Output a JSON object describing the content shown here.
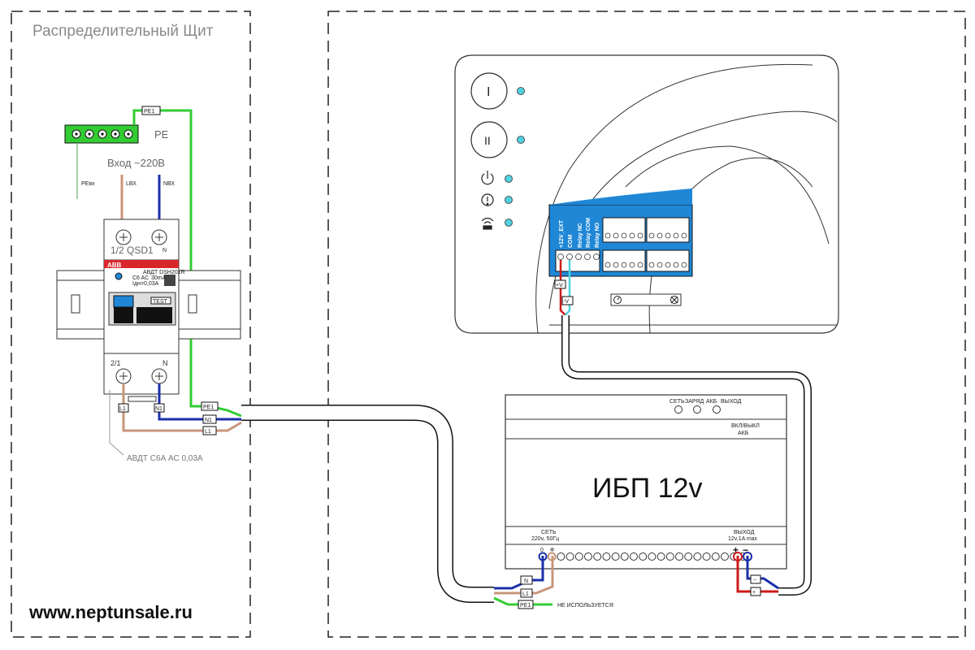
{
  "cabinet": {
    "title": "Распределительный Щит",
    "pe_bus_label": "PE",
    "input_label": "Вход ~220В",
    "wire_pe_in": "PEвх",
    "wire_l_in": "LВХ",
    "wire_n_in": "NВХ",
    "pe_top_tag": "PE1"
  },
  "breaker": {
    "top_label": "1/2 QSD1",
    "top_n": "N",
    "brand": "ABB",
    "model": "АВДТ DSH201R",
    "rating": "C6 AC",
    "rating_badge": "30mA",
    "leak": "Iдн=0,03А",
    "test_label": "TEST",
    "bottom_label": "2/1",
    "bottom_n": "N",
    "caption": "АВДТ С6А АС 0,03А",
    "out_l": "L1",
    "out_n": "N1"
  },
  "cabinet_terminals": {
    "pe": "PE1",
    "n": "N1",
    "l": "L1"
  },
  "controller": {
    "btn1": "I",
    "btn2": "II",
    "terminal_labels": [
      "+12V_EXT",
      "COM",
      "Relay NC",
      "Relay COM",
      "Relay NO"
    ],
    "tag_plus": "+V",
    "tag_minus": "-V"
  },
  "ups": {
    "title": "ИБП 12v",
    "ind_net": "СЕТЬ",
    "ind_charge": "ЗАРЯД",
    "ind_batt": "АКБ",
    "ind_out": "ВЫХОД",
    "switch_label_1": "ВКЛ/ВЫКЛ",
    "switch_label_2": "АКБ",
    "net_label_1": "СЕТЬ",
    "net_label_2": "220v, 50Гц",
    "out_label_1": "ВЫХОД",
    "out_label_2": "12v,1A  max",
    "term_zero": "0",
    "term_phase": "Ф",
    "plus": "+",
    "minus": "−"
  },
  "ups_terminals": {
    "n": "N",
    "l": "L1",
    "pe": "PE1",
    "pe_note": "НЕ ИСПОЛЬЗУЕТСЯ",
    "out_minus": "−",
    "out_plus": "+"
  },
  "footer": {
    "website": "www.neptunsale.ru"
  },
  "colors": {
    "green": "#33cc33",
    "blue": "#1a2fa8",
    "brown": "#c8957a",
    "red": "#cc1a1a",
    "cyan": "#4fd1e0",
    "panel_blue": "#1f87d6",
    "abb_red": "#d9262b"
  }
}
